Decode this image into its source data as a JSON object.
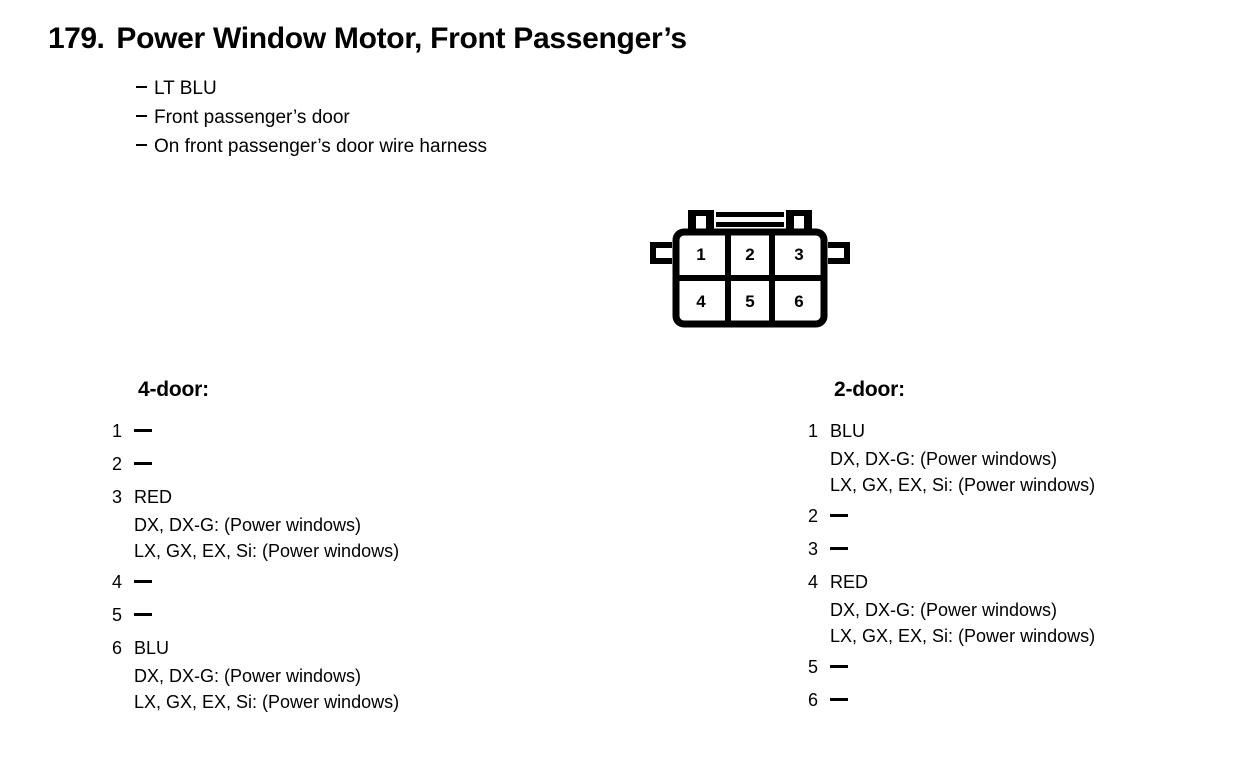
{
  "page": {
    "section_number": "179.",
    "title": "Power Window Motor, Front Passenger’s"
  },
  "bullets": [
    {
      "text": "LT BLU"
    },
    {
      "text": "Front passenger’s door"
    },
    {
      "text": "On front passenger’s door wire harness"
    }
  ],
  "connector": {
    "name": "6-pin-connector",
    "rows": 2,
    "columns": 3,
    "pins": [
      "1",
      "2",
      "3",
      "4",
      "5",
      "6"
    ]
  },
  "columns": [
    {
      "header": "4-door:",
      "pins": [
        {
          "index": "1",
          "value": "",
          "notes": []
        },
        {
          "index": "2",
          "value": "",
          "notes": []
        },
        {
          "index": "3",
          "value": "RED",
          "notes": [
            "DX, DX-G: (Power windows)",
            "LX, GX, EX, Si: (Power windows)"
          ]
        },
        {
          "index": "4",
          "value": "",
          "notes": []
        },
        {
          "index": "5",
          "value": "",
          "notes": []
        },
        {
          "index": "6",
          "value": "BLU",
          "notes": [
            "DX, DX-G: (Power windows)",
            "LX, GX, EX, Si: (Power windows)"
          ]
        }
      ]
    },
    {
      "header": "2-door:",
      "pins": [
        {
          "index": "1",
          "value": "BLU",
          "notes": [
            "DX, DX-G: (Power windows)",
            "LX, GX, EX, Si: (Power windows)"
          ]
        },
        {
          "index": "2",
          "value": "",
          "notes": []
        },
        {
          "index": "3",
          "value": "",
          "notes": []
        },
        {
          "index": "4",
          "value": "RED",
          "notes": [
            "DX, DX-G: (Power windows)",
            "LX, GX, EX, Si: (Power windows)"
          ]
        },
        {
          "index": "5",
          "value": "",
          "notes": []
        },
        {
          "index": "6",
          "value": "",
          "notes": []
        }
      ]
    }
  ],
  "colors": {
    "ink": "#000000",
    "page": "#ffffff"
  }
}
